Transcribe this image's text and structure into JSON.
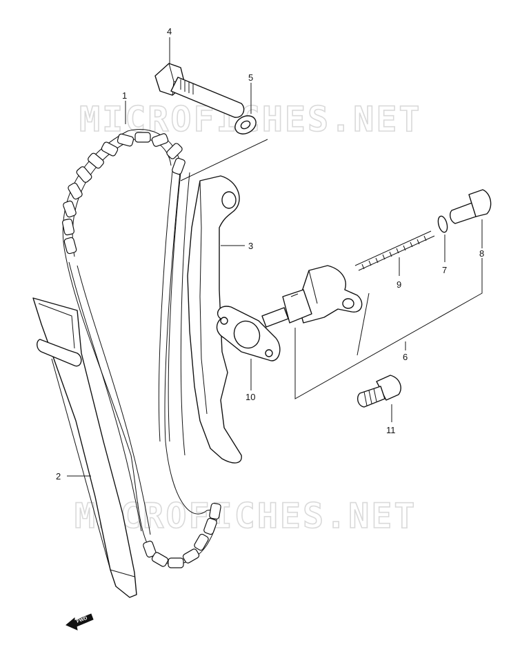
{
  "watermark": "MICROFICHES.NET",
  "fwd_label": "FWD",
  "callouts": [
    {
      "id": "1",
      "label": "1"
    },
    {
      "id": "2",
      "label": "2"
    },
    {
      "id": "3",
      "label": "3"
    },
    {
      "id": "4",
      "label": "4"
    },
    {
      "id": "5",
      "label": "5"
    },
    {
      "id": "6",
      "label": "6"
    },
    {
      "id": "7",
      "label": "7"
    },
    {
      "id": "8",
      "label": "8"
    },
    {
      "id": "9",
      "label": "9"
    },
    {
      "id": "10",
      "label": "10"
    },
    {
      "id": "11",
      "label": "11"
    }
  ]
}
